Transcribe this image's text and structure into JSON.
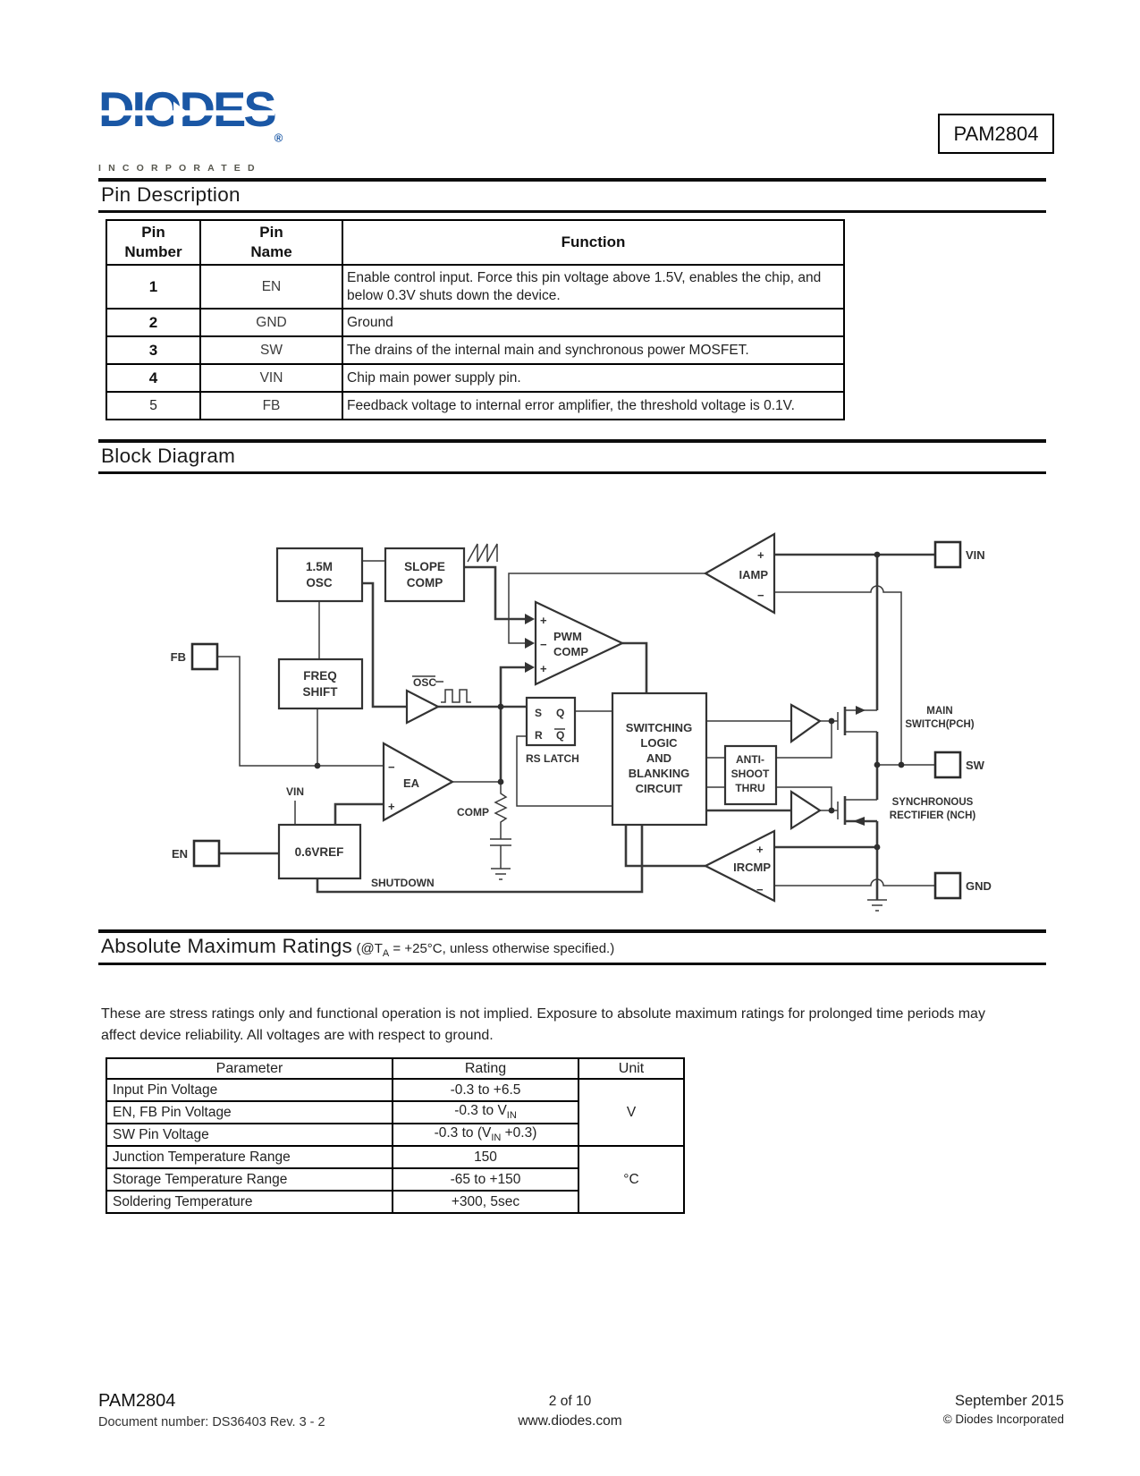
{
  "header": {
    "part_number": "PAM2804",
    "logo": {
      "brand": "DIODES",
      "registered": "®",
      "incorporated": "INCORPORATED"
    }
  },
  "sections": {
    "pin_description": {
      "title": "Pin Description"
    },
    "block_diagram": {
      "title": "Block Diagram"
    },
    "absolute_maximum_ratings": {
      "title": "Absolute Maximum Ratings",
      "subtitle_pre": "(@T",
      "subtitle_sub": "A",
      "subtitle_post": " = +25°C, unless otherwise specified.)",
      "note": "These are stress ratings only and functional operation is not implied. Exposure to absolute maximum ratings for prolonged time periods may affect device reliability. All voltages are with respect to ground."
    }
  },
  "pin_table": {
    "headers": [
      "Pin\nNumber",
      "Pin\nName",
      "Function"
    ],
    "rows": [
      {
        "number": "1",
        "name": "EN",
        "function": "Enable control input. Force this pin voltage above 1.5V, enables the chip, and below 0.3V shuts down the device."
      },
      {
        "number": "2",
        "name": "GND",
        "function": "Ground"
      },
      {
        "number": "3",
        "name": "SW",
        "function": "The drains of the internal main and synchronous power MOSFET."
      },
      {
        "number": "4",
        "name": "VIN",
        "function": "Chip main power supply pin."
      },
      {
        "number": "5",
        "name": "FB",
        "function": "Feedback voltage to internal error amplifier, the threshold voltage is 0.1V."
      }
    ]
  },
  "ratings_table": {
    "headers": [
      "Parameter",
      "Rating",
      "Unit"
    ],
    "rows": [
      {
        "parameter": "Input Pin Voltage",
        "rating": "-0.3 to +6.5"
      },
      {
        "parameter": "EN, FB Pin Voltage",
        "rating_pre": "-0.3 to V",
        "rating_sub": "IN",
        "rating_post": ""
      },
      {
        "parameter": "SW Pin Voltage",
        "rating_pre": "-0.3 to (V",
        "rating_sub": "IN",
        "rating_post": " +0.3)"
      },
      {
        "parameter": "Junction Temperature Range",
        "rating": "150"
      },
      {
        "parameter": "Storage Temperature Range",
        "rating": "-65 to +150"
      },
      {
        "parameter": "Soldering Temperature",
        "rating": "+300, 5sec"
      }
    ],
    "unit_voltage": "V",
    "unit_temperature": "°C"
  },
  "diagram": {
    "osc_line1": "1.5M",
    "osc_line2": "OSC",
    "slope_line1": "SLOPE",
    "slope_line2": "COMP",
    "freq_line1": "FREQ",
    "freq_line2": "SHIFT",
    "pwm_line1": "PWM",
    "pwm_line2": "COMP",
    "iamp": "IAMP",
    "ea": "EA",
    "ircmp": "IRCMP",
    "vref": "0.6VREF",
    "osc_signal": "OSC",
    "latch_s": "S",
    "latch_q": "Q",
    "latch_r": "R",
    "latch_qbar": "Q",
    "rs_latch": "RS LATCH",
    "switching": [
      "SWITCHING",
      "LOGIC",
      "AND",
      "BLANKING",
      "CIRCUIT"
    ],
    "anti_shoot": [
      "ANTI-",
      "SHOOT",
      "THRU"
    ],
    "comp_label": "COMP",
    "shutdown": "SHUTDOWN",
    "vin_internal": "VIN",
    "main_switch_line1": "MAIN",
    "main_switch_line2": "SWITCH(PCH)",
    "sync_line1": "SYNCHRONOUS",
    "sync_line2": "RECTIFIER (NCH)",
    "pin_fb": "FB",
    "pin_en": "EN",
    "pin_vin": "VIN",
    "pin_sw": "SW",
    "pin_gnd": "GND",
    "plus": "+",
    "minus": "−"
  },
  "footer": {
    "part_number": "PAM2804",
    "document_number": "Document number: DS36403 Rev. 3 - 2",
    "page": "2 of 10",
    "website": "www.diodes.com",
    "date": "September 2015",
    "copyright": "© Diodes Incorporated"
  },
  "colors": {
    "logo_blue": "#1a57a5",
    "logo_gray": "#57574e",
    "ink": "#1c1c1c"
  }
}
